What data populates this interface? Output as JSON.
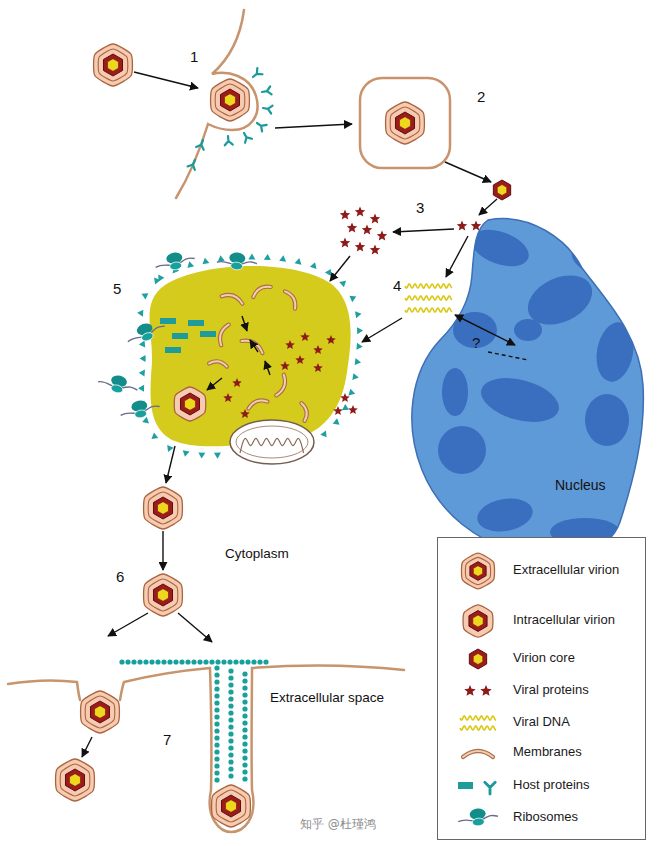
{
  "diagram": {
    "nodes": [
      {
        "text": [
          "Nucleus"
        ]
      }
    ],
    "labels": [
      "1",
      "2",
      "3",
      "4",
      "?",
      "5",
      "Cytoplasm",
      "6",
      "Extracellular space",
      "7",
      "知乎 @杜瑾鸿"
    ],
    "legend": [
      {
        "text": "Extracellular virion"
      },
      {
        "text": "Intracellular virion"
      },
      {
        "text": "Virion core"
      },
      {
        "text": "Viral proteins"
      },
      {
        "text": "Viral DNA"
      },
      {
        "text": "Membranes"
      },
      {
        "text": "Host proteins"
      },
      {
        "text": "Ribosomes"
      }
    ]
  }
}
